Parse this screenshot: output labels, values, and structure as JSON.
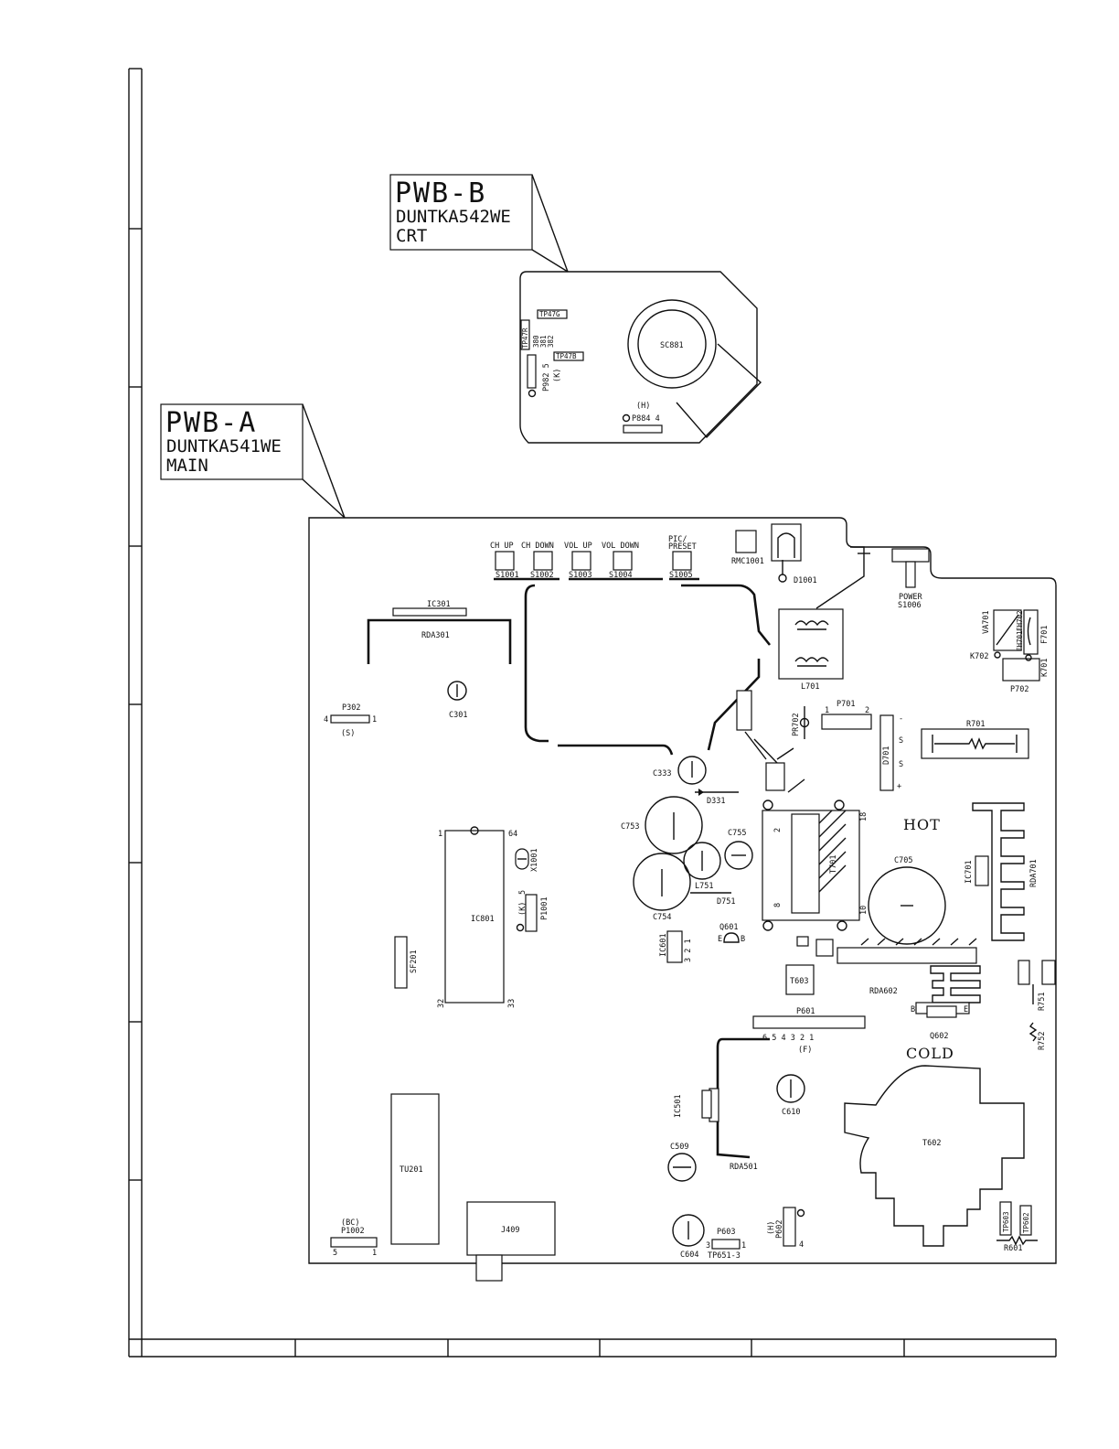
{
  "pwb_b": {
    "title": "PWB-B",
    "part": "DUNTKA542WE",
    "name": "CRT"
  },
  "pwb_a": {
    "title": "PWB-A",
    "part": "DUNTKA541WE",
    "name": "MAIN"
  },
  "zones": {
    "hot": "HOT",
    "cold": "COLD"
  },
  "pwb_b_labels": {
    "tp47g": "TP47G",
    "tp47b": "TP47B",
    "tp47r": "TP47R",
    "r380": "380",
    "r381": "381",
    "r382": "382",
    "p982": "P982 5",
    "k": "(K)",
    "sc881": "SC881",
    "h": "(H)",
    "p884": "P884 4"
  },
  "switches": [
    {
      "top": "CH UP",
      "ref": "S1001"
    },
    {
      "top": "CH DOWN",
      "ref": "S1002"
    },
    {
      "top": "VOL UP",
      "ref": "S1003"
    },
    {
      "top": "VOL DOWN",
      "ref": "S1004"
    },
    {
      "top": "PIC/\nPRESET",
      "ref": "S1005"
    }
  ],
  "labels": {
    "rmc1001": "RMC1001",
    "d1001": "D1001",
    "power": "POWER",
    "s1006": "S1006",
    "ic301": "IC301",
    "rda301": "RDA301",
    "c301": "C301",
    "p302": "P302",
    "p302_4": "4",
    "p302_1": "1",
    "p302_s": "(S)",
    "l701": "L701",
    "va701": "VA701",
    "f701": "F701",
    "fh701": "FH701",
    "fh702": "FH702",
    "k702": "K702",
    "k701": "K701",
    "p702": "P702",
    "pr702": "PR702",
    "p701": "P701",
    "p701_1": "1",
    "p701_2": "2",
    "d701": "D701",
    "r701": "R701",
    "c333": "C333",
    "d331": "D331",
    "c753": "C753",
    "c755": "C755",
    "c754": "C754",
    "l751": "L751",
    "d751": "D751",
    "t701": "T701",
    "t701_2": "2",
    "t701_8": "8",
    "t701_10": "10",
    "t701_18": "18",
    "c705": "C705",
    "ic701": "IC701",
    "rda701": "RDA701",
    "ic801": "IC801",
    "ic801_1": "1",
    "ic801_64": "64",
    "ic801_32": "32",
    "ic801_33": "33",
    "x1001": "X1001",
    "p1001": "P1001",
    "p1001_k": "(K)",
    "p1001_5": "5",
    "sf201": "SF201",
    "q601": "Q601",
    "q601_e": "E",
    "q601_b": "B",
    "ic601": "IC601",
    "ic601_pins": "3 2 1",
    "t603": "T603",
    "rda602": "RDA602",
    "q602": "Q602",
    "r751": "R751",
    "r752": "R752",
    "p601": "P601",
    "p601_pins": "6 5 4 3 2 1",
    "p601_f": "(F)",
    "ic501": "IC501",
    "c610": "C610",
    "t602": "T602",
    "c509": "C509",
    "rda501": "RDA501",
    "tu201": "TU201",
    "j409": "J409",
    "p1002": "P1002",
    "p1002_bc": "(BC)",
    "p1002_5": "5",
    "p1002_1": "1",
    "c604": "C604",
    "p603": "P603",
    "tp651": "TP651-3",
    "p602": "P602",
    "p602_h": "(H)",
    "tp603": "TP603",
    "tp602": "TP602",
    "r601": "R601"
  }
}
